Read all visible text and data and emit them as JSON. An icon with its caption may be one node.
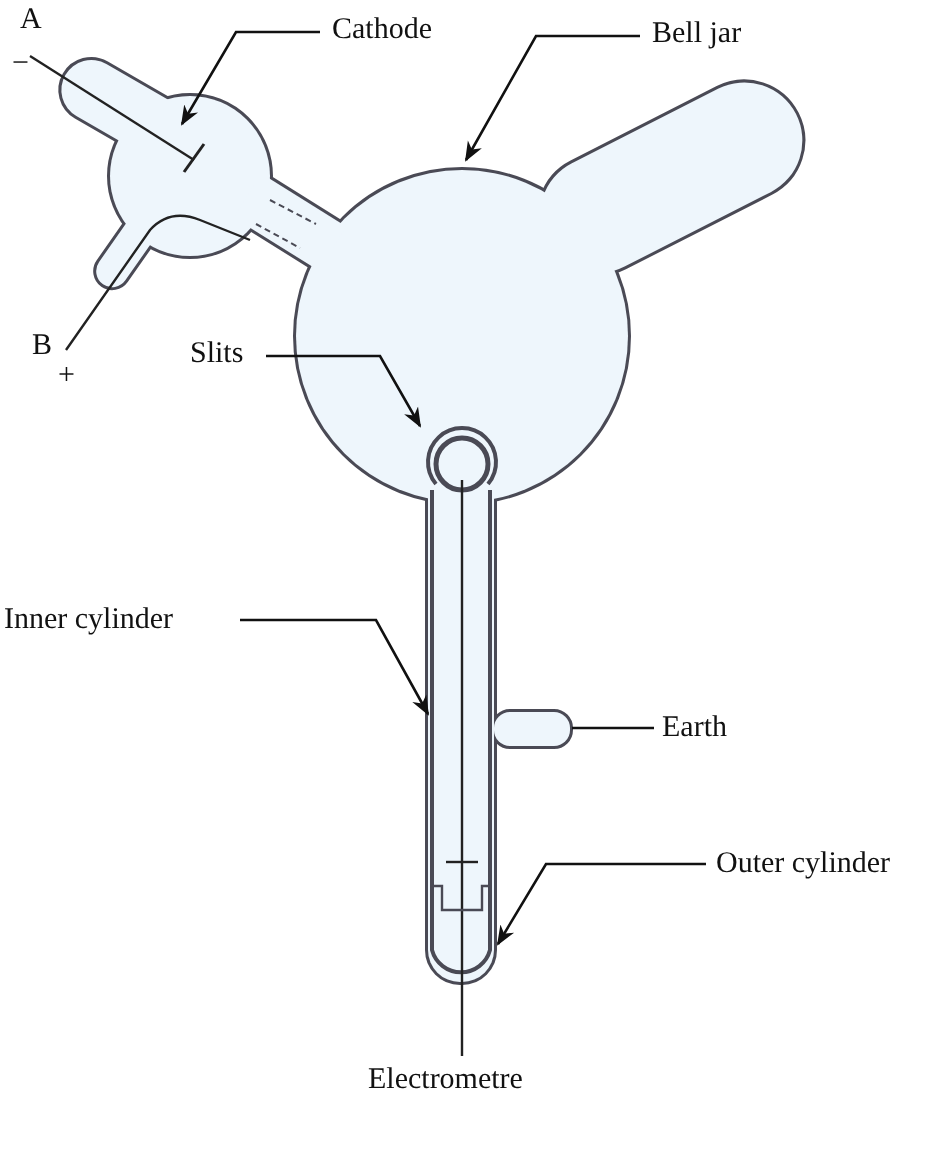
{
  "diagram": {
    "nodes": [
      {
        "text": [
          "Cathode"
        ]
      },
      {
        "text": [
          "Bell jar"
        ]
      },
      {
        "text": [
          "Slits"
        ]
      },
      {
        "text": [
          "Inner cylinder"
        ]
      },
      {
        "text": [
          "Earth"
        ]
      },
      {
        "text": [
          "Outer cylinder"
        ]
      }
    ],
    "edges": [
      {
        "from": 0,
        "to": null,
        "arrow": "to"
      },
      {
        "from": 1,
        "to": null,
        "arrow": "to"
      },
      {
        "from": 2,
        "to": null,
        "arrow": "to"
      },
      {
        "from": 3,
        "to": null,
        "arrow": "to"
      },
      {
        "from": 4,
        "to": null,
        "arrow": "none"
      },
      {
        "from": 5,
        "to": null,
        "arrow": "to"
      }
    ],
    "labels": [
      "A",
      "−",
      "B",
      "+",
      "Electrometre"
    ]
  }
}
